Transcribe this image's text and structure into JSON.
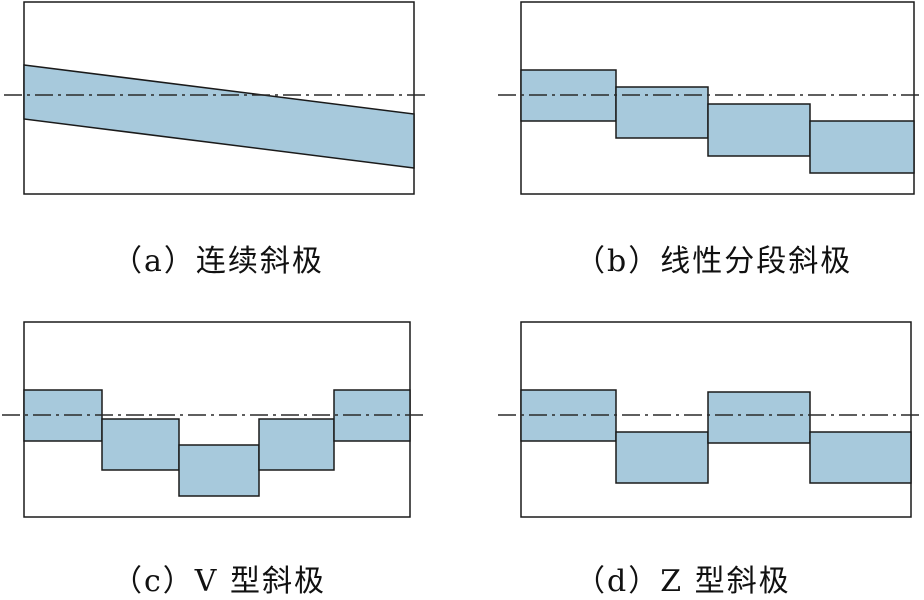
{
  "colors": {
    "plate_fill": "#a7c9dc",
    "outline": "#1a1a1a",
    "centerline": "#2a2a2a",
    "background": "#ffffff"
  },
  "panels": [
    {
      "id": "a",
      "caption": "（a）连续斜极"
    },
    {
      "id": "b",
      "caption": "（b）线性分段斜极"
    },
    {
      "id": "c",
      "caption": "（c）V 型斜极"
    },
    {
      "id": "d",
      "caption": "（d）Z 型斜极"
    }
  ]
}
